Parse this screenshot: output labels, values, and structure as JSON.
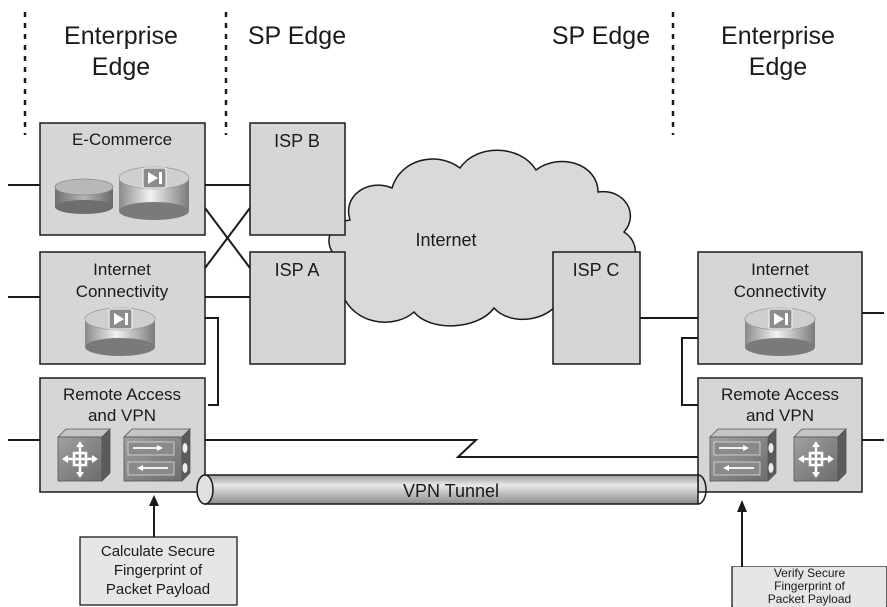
{
  "zones": {
    "enterprise_edge_left": [
      "Enterprise",
      "Edge"
    ],
    "sp_edge_left": "SP Edge",
    "sp_edge_right": "SP Edge",
    "enterprise_edge_right": [
      "Enterprise",
      "Edge"
    ]
  },
  "boxes": {
    "ecommerce": "E-Commerce",
    "isp_b": "ISP B",
    "isp_a": "ISP A",
    "isp_c": "ISP C",
    "internet": "Internet",
    "internet_conn_left": [
      "Internet",
      "Connectivity"
    ],
    "internet_conn_right": [
      "Internet",
      "Connectivity"
    ],
    "remote_access_left": [
      "Remote Access",
      "and VPN"
    ],
    "remote_access_right": [
      "Remote Access",
      "and VPN"
    ]
  },
  "tunnel": "VPN Tunnel",
  "callouts": {
    "left": [
      "Calculate Secure",
      "Fingerprint of",
      "Packet Payload"
    ],
    "right": [
      "Verify Secure",
      "Fingerprint of",
      "Packet Payload"
    ]
  },
  "colors": {
    "box_fill": "#d6d6d6",
    "cloud_fill": "#d9d9d9",
    "callout_fill": "#e6e6e6",
    "line": "#1a1a1a"
  }
}
